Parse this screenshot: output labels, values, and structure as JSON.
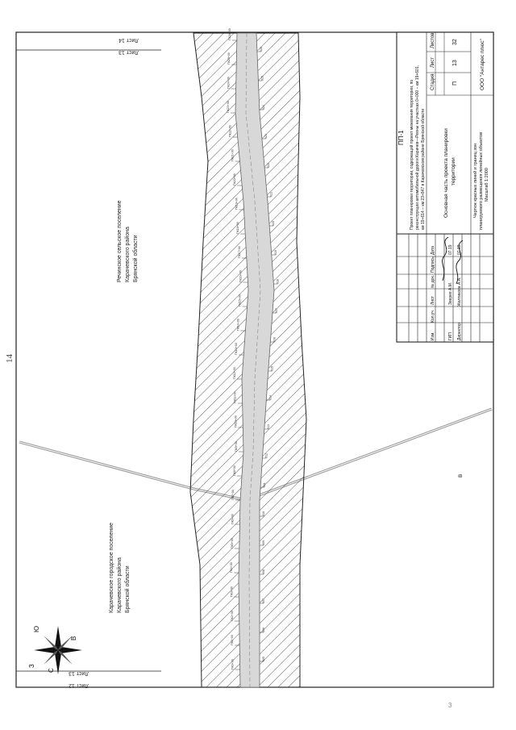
{
  "page_number": "14",
  "corner_mark": "3",
  "sheets": {
    "top_left": "Лист 13",
    "top_right": "Лист 14",
    "bottom_left": "Лист 13",
    "bottom_right": "Лист 12"
  },
  "settlements": {
    "upper": [
      "Речинское сельское поселение",
      "Карачевского района",
      "Брянской области"
    ],
    "lower": [
      "Карачевское городское поселение",
      "Карачевского района",
      "Брянской области"
    ]
  },
  "compass": {
    "labels": [
      "С",
      "Ю",
      "З",
      "В"
    ]
  },
  "title_block": {
    "code": "ПП-1",
    "project_description": [
      "Проект планировки территории, содержащий проект межевания территории, по",
      "реконструкции автомобильной дороги Карачев—Ревны на участках 0+000 – км 19+601,",
      "км 19+614 – км 23+847 в Карачевском районе Брянской области"
    ],
    "section_title": [
      "Основная часть проекта планировки",
      "территории"
    ],
    "drawing_title": [
      "Чертеж красных линий и границ зон",
      "планируемого размещения линейных объектов",
      "Масштаб 1:2000"
    ],
    "company": "ООО \"Антарес плюс\"",
    "headers": {
      "stage": "Стадия",
      "sheet": "Лист",
      "sheets": "Листов"
    },
    "values": {
      "stage": "П",
      "sheet": "13",
      "sheets": "32"
    },
    "columns": [
      "Изм.",
      "Кол.уч.",
      "Лист",
      "№ док.",
      "Подпись",
      "Дата"
    ],
    "people": [
      {
        "role": "ГИП",
        "name": "Зверев А.М.",
        "date": "07.19"
      },
      {
        "role": "Директор",
        "name": "Желтикова А.А.",
        "date": "07.19"
      }
    ]
  },
  "chainage_left": [
    "ПК0+00",
    "ПК1+00",
    "ПК2+00",
    "ПК3+00",
    "ПК4+00",
    "ПК5+00",
    "ПК6+00",
    "ПК7+00",
    "ПК8+00",
    "ПК9+00",
    "ПК10+00",
    "ПК11+00",
    "ПК12+00",
    "ПК13+00",
    "ПК14+00",
    "ПК15+00",
    "ПК16+00",
    "ПК17+00",
    "ПК18+00",
    "ПК19+00",
    "ПК20+00",
    "ПК21+00",
    "ПК22+00",
    "ПК23+00",
    "ПК24+00",
    "ПК25+00",
    "ПК26+00"
  ],
  "chainage_right": [
    "605",
    "606",
    "607",
    "608",
    "609",
    "610",
    "611",
    "612",
    "613",
    "614",
    "615",
    "616",
    "617",
    "618",
    "619",
    "620",
    "621",
    "622",
    "623",
    "624",
    "625",
    "626"
  ]
}
